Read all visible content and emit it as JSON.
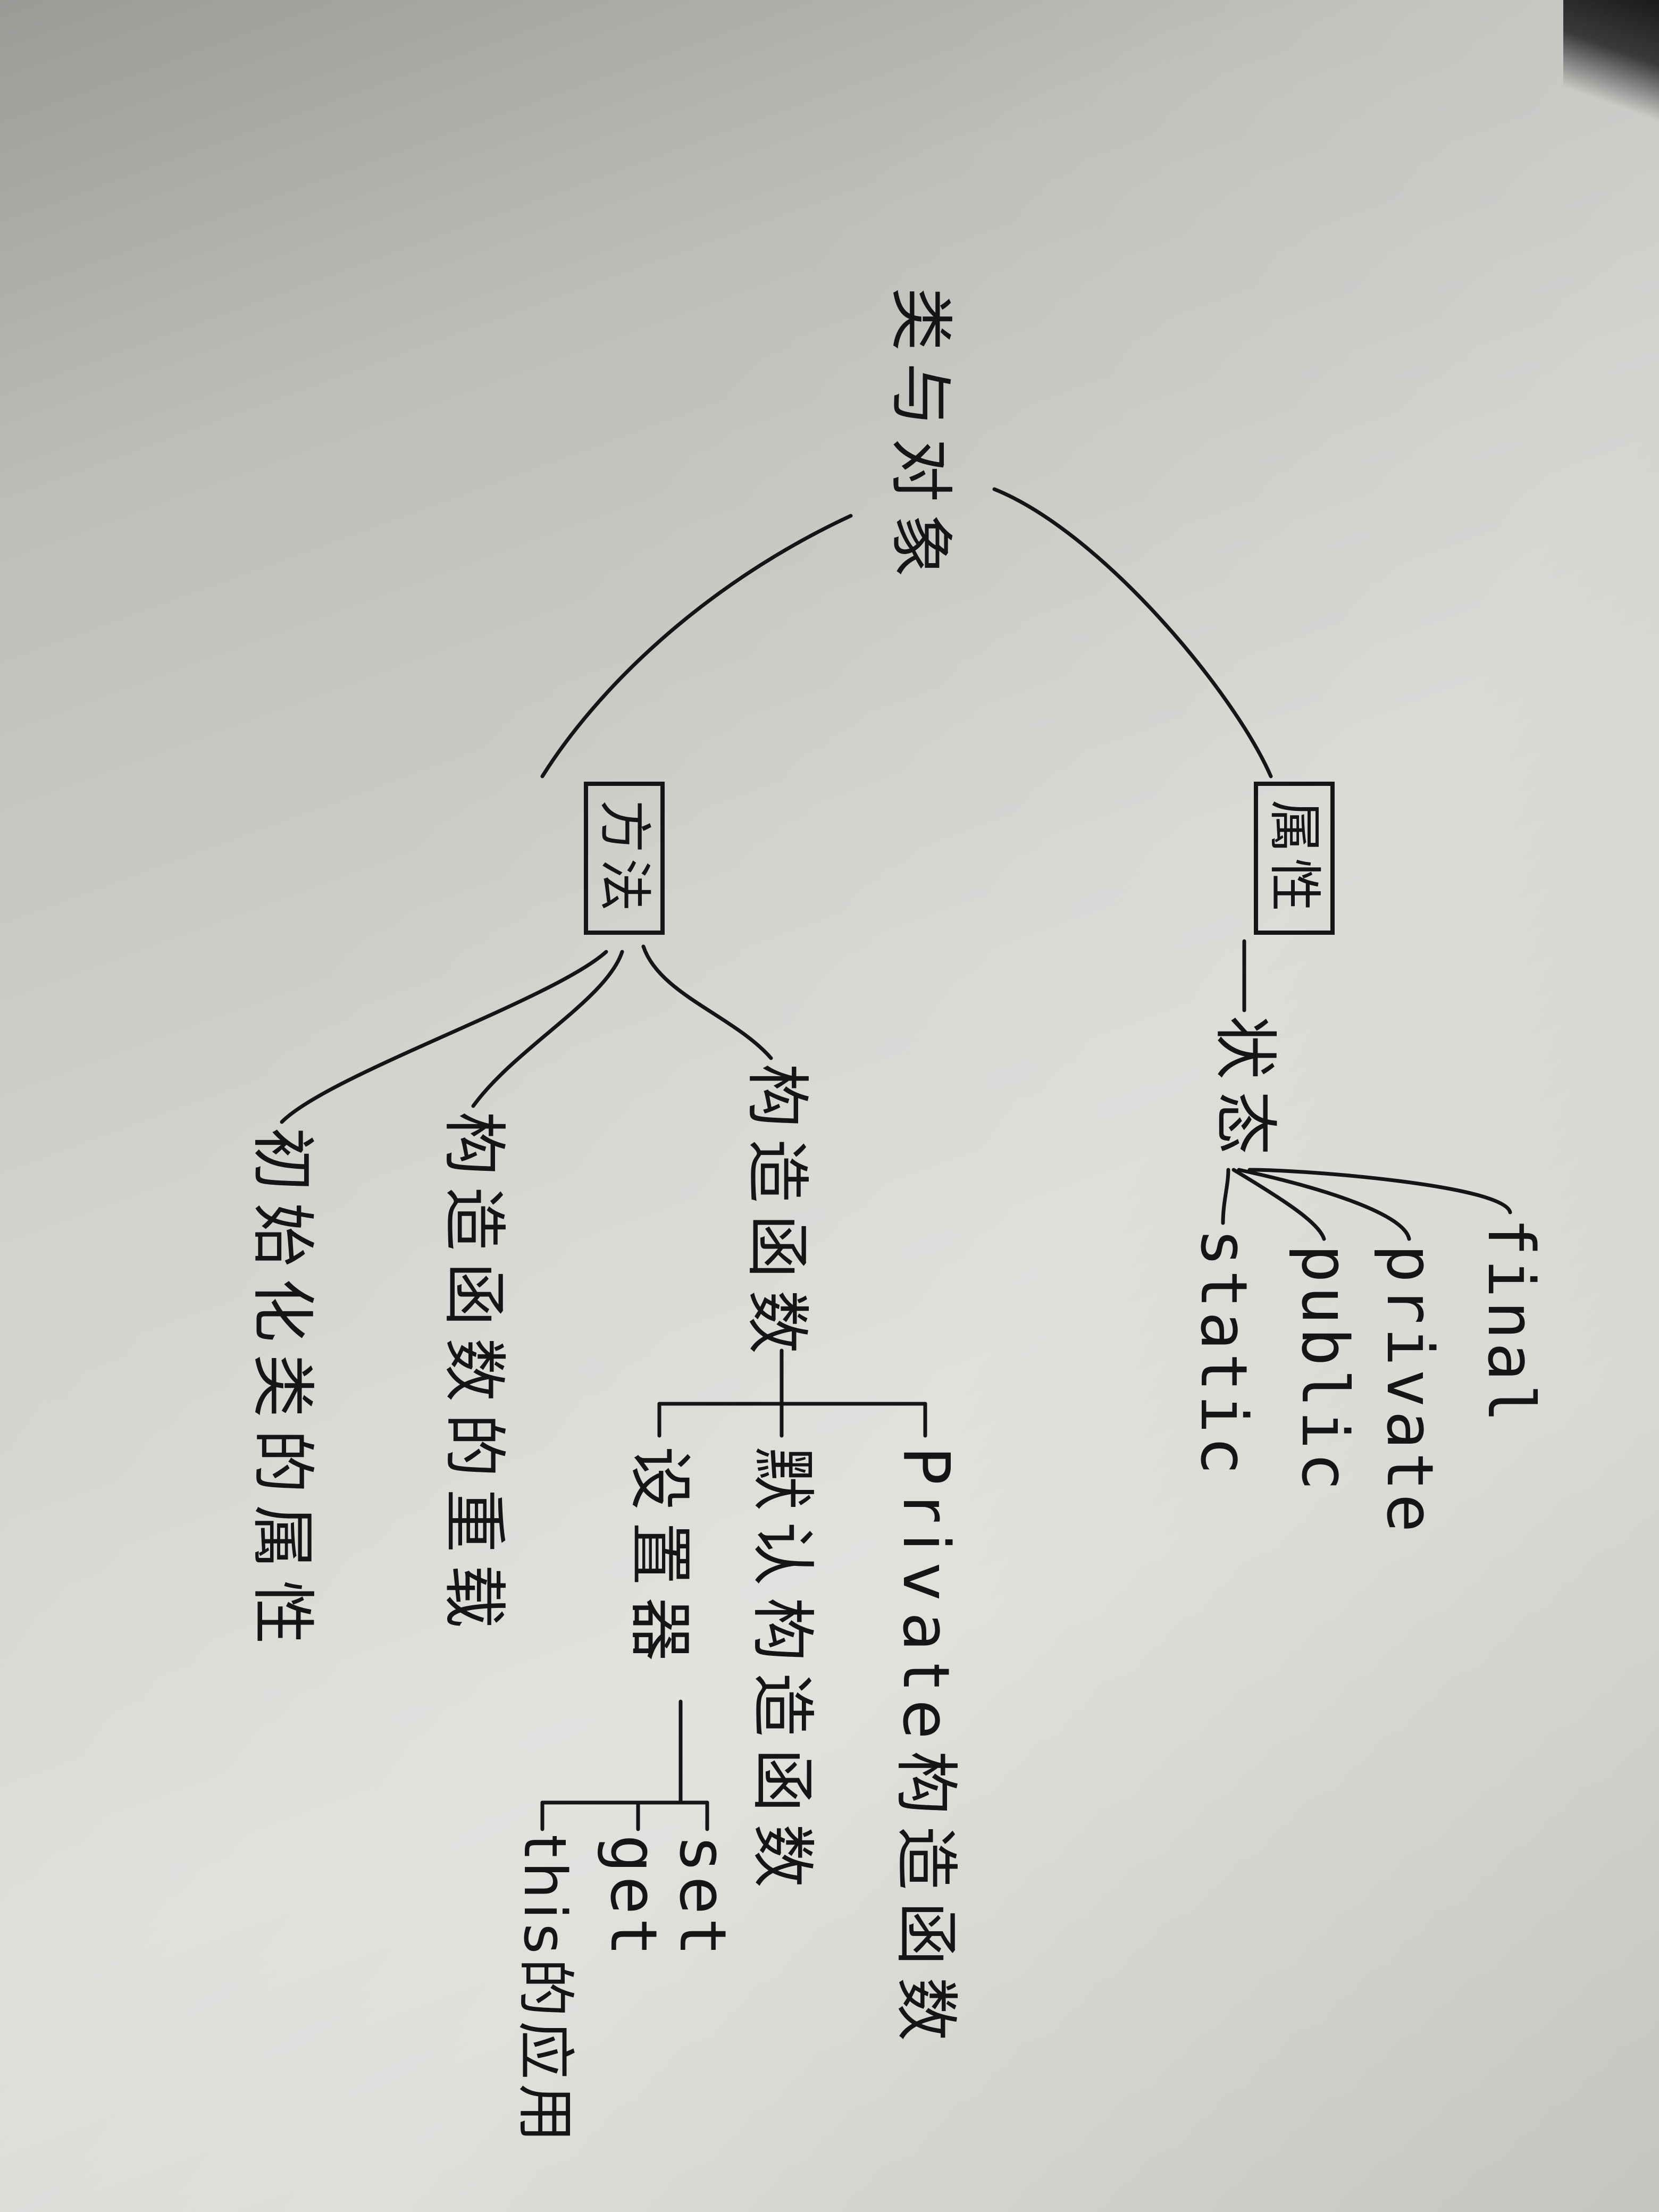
{
  "diagram": {
    "root": "类与对象",
    "branches": {
      "attributes": {
        "label": "属性",
        "state": "状态",
        "modifiers": [
          "final",
          "private",
          "public",
          "static"
        ]
      },
      "methods": {
        "label": "方法",
        "children": {
          "constructor": "构造函数",
          "overload": "构造函数的重载",
          "init": "初始化类的属性"
        },
        "constructor_children": {
          "private_ctor": "Private构造函数",
          "default_ctor": "默认构造函数",
          "accessor": "设置器"
        },
        "accessor_children": [
          "set",
          "get",
          "this的应用"
        ]
      }
    }
  }
}
